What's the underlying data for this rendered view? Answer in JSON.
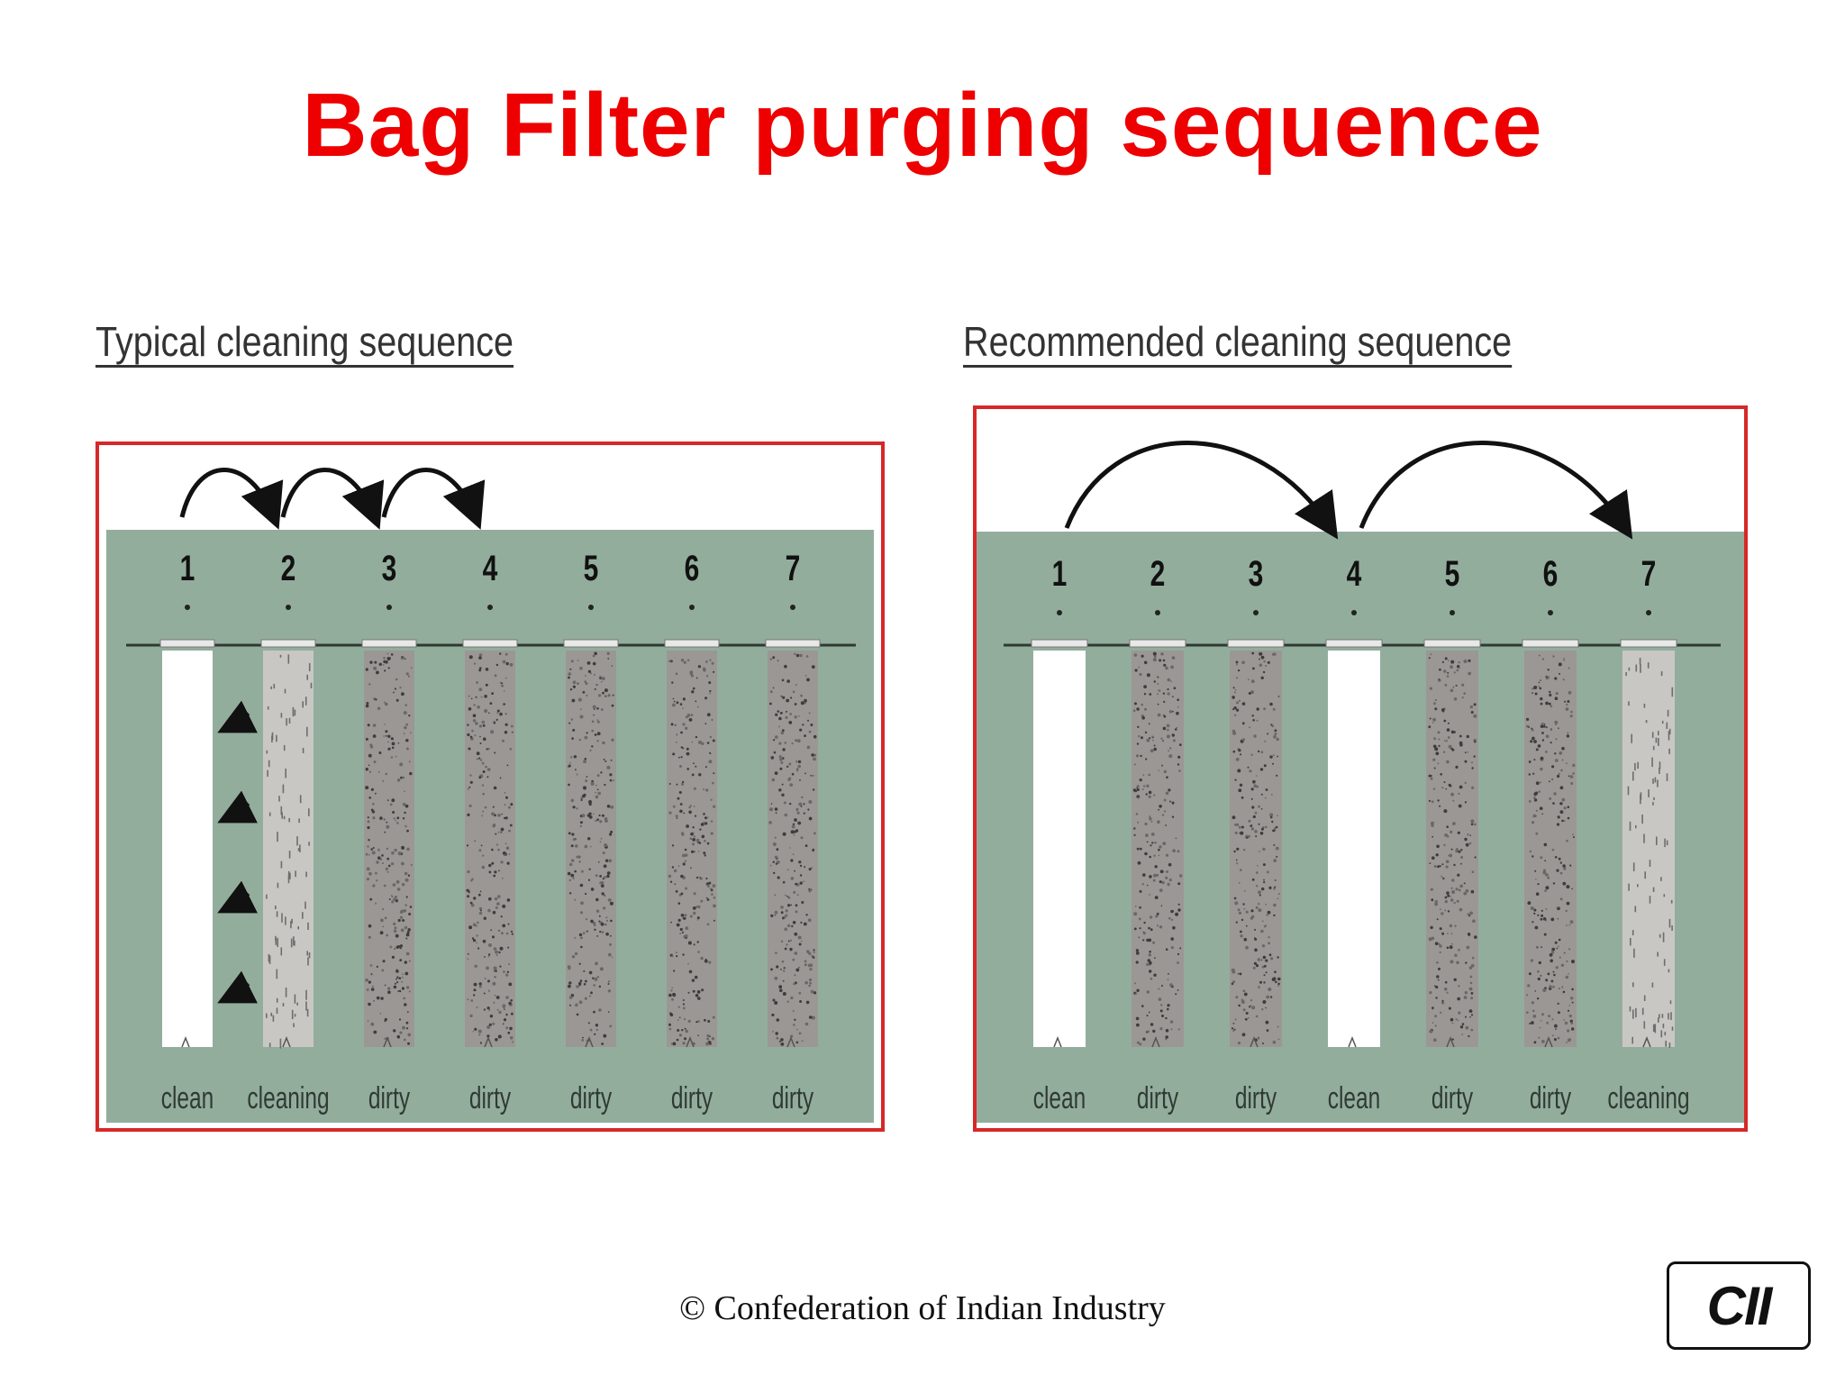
{
  "title": "Bag Filter purging sequence",
  "left_diagram": {
    "caption": "Typical cleaning sequence",
    "bags": [
      {
        "number": "1",
        "state": "clean"
      },
      {
        "number": "2",
        "state": "cleaning"
      },
      {
        "number": "3",
        "state": "dirty"
      },
      {
        "number": "4",
        "state": "dirty"
      },
      {
        "number": "5",
        "state": "dirty"
      },
      {
        "number": "6",
        "state": "dirty"
      },
      {
        "number": "7",
        "state": "dirty"
      }
    ],
    "arrows": [
      [
        1,
        2
      ],
      [
        2,
        3
      ],
      [
        3,
        4
      ]
    ]
  },
  "right_diagram": {
    "caption": "Recommended cleaning sequence",
    "bags": [
      {
        "number": "1",
        "state": "clean"
      },
      {
        "number": "2",
        "state": "dirty"
      },
      {
        "number": "3",
        "state": "dirty"
      },
      {
        "number": "4",
        "state": "clean"
      },
      {
        "number": "5",
        "state": "dirty"
      },
      {
        "number": "6",
        "state": "dirty"
      },
      {
        "number": "7",
        "state": "cleaning"
      }
    ],
    "arrows": [
      [
        1,
        4
      ],
      [
        4,
        7
      ]
    ]
  },
  "footer": "© Confederation of Indian Industry",
  "logo": "CII",
  "colors": {
    "title": "#ee0000",
    "border": "#d62828",
    "chamber": "#93ad9d",
    "clean_bag": "#ffffff",
    "dirty_bag": "#9a9795",
    "cleaning_bag": "#c9c7c4"
  }
}
